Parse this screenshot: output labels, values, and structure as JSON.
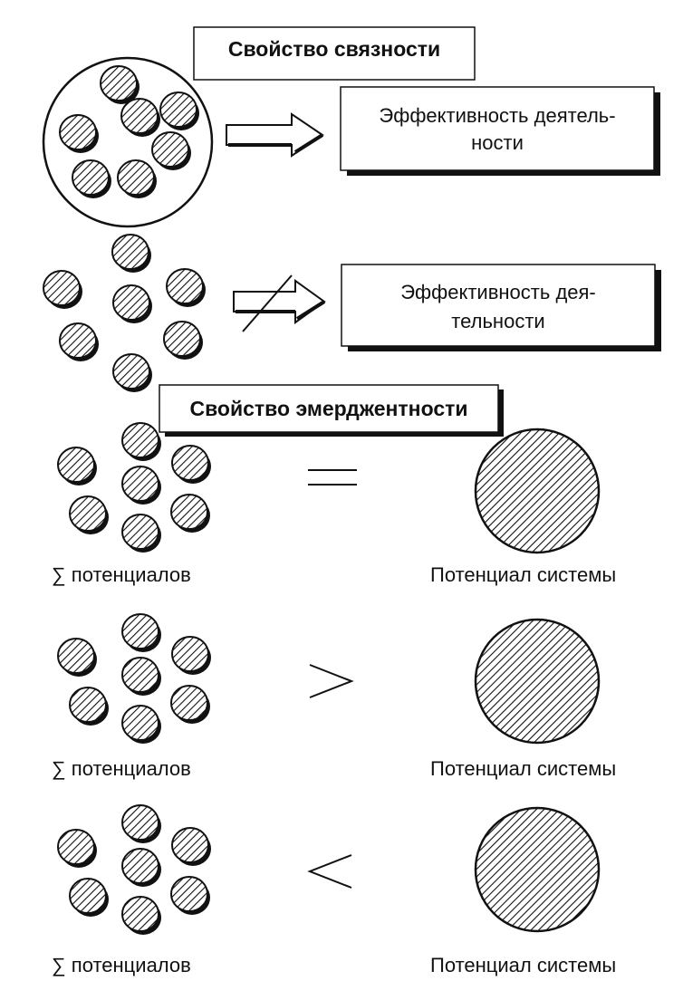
{
  "connectivity": {
    "title": "Свойство связности",
    "box1_lines": [
      "Эффективность деятель-",
      "ности"
    ],
    "box2_lines": [
      "Эффективность дея-",
      "тельности"
    ]
  },
  "emergence": {
    "title": "Свойство эмерджентности",
    "rows": [
      {
        "relation": "=",
        "left_caption": "∑ потенциалов",
        "right_caption": "Потенциал системы"
      },
      {
        "relation": ">",
        "left_caption": "∑ потенциалов",
        "right_caption": "Потенциал системы"
      },
      {
        "relation": "<",
        "left_caption": "∑ потенциалов",
        "right_caption": "Потенциал системы"
      }
    ]
  },
  "colors": {
    "ink": "#111111",
    "background": "#ffffff"
  }
}
